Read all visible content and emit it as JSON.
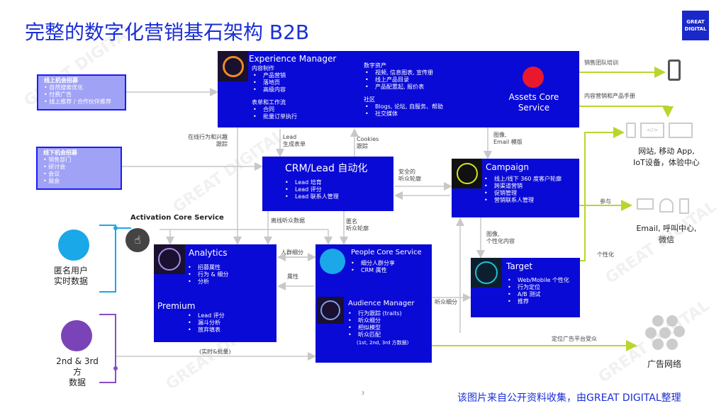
{
  "title": "完整的数字化营销基石架构 B2B",
  "logo": {
    "line1": "GREAT",
    "line2": "DIGITAL"
  },
  "watermark": "GREAT DIGITAL",
  "online": {
    "title": "线上机会招募",
    "items": [
      "• 自然搜索优化",
      "• 付费广告",
      "• 线上推荐 / 合作伙伴推荐"
    ]
  },
  "offline": {
    "title": "线下机会招募",
    "items": [
      "• 销售部门",
      "• 研讨会",
      "• 会议",
      "• 展会"
    ]
  },
  "experience": {
    "title": "Experience Manager",
    "sec1": "内容制作",
    "sec1_items": [
      "产品营销",
      "落地页",
      "高级内容"
    ],
    "sec2": "表单和工作流",
    "sec2_items": [
      "合同",
      "批量订单执行"
    ],
    "sec3": "数字资产",
    "sec3_items": [
      "视频, 信息图表, 宣传册",
      "线上产品目录",
      "产品配置起, 报价表"
    ],
    "sec4": "社区",
    "sec4_items": [
      "Blogs, 论坛, 自服务、帮助",
      "社交媒体"
    ],
    "assets": "Assets Core Service"
  },
  "crm": {
    "title": "CRM/Lead 自动化",
    "items": [
      "Lead 培育",
      "Lead 评分",
      "Lead 联系人管理"
    ]
  },
  "campaign": {
    "title": "Campaign",
    "items": [
      "线上/线下 360 度客户轮廓",
      "跨渠道营销",
      "促销管理",
      "营销联系人管理"
    ]
  },
  "analytics": {
    "title": "Analytics",
    "items": [
      "招募属性",
      "行为 & 细分",
      "分析"
    ],
    "premium": "Premium",
    "premium_items": [
      "Lead 评分",
      "漏斗分析",
      "放弃填表"
    ]
  },
  "people": {
    "title": "People Core Service",
    "items": [
      "细分人群分享",
      "CRM 属性"
    ]
  },
  "audience": {
    "title": "Audience Manager",
    "items": [
      "行为跟踪 (traits)",
      "听众细分",
      "相似模型",
      "听众匹配"
    ],
    "note": "(1st, 2nd, 3rd 方数据)"
  },
  "target": {
    "title": "Target",
    "items": [
      "Web/Mobile 个性化",
      "行为定位",
      "A/B 测试",
      "推荐"
    ]
  },
  "activation": "Activation Core Service",
  "anon": {
    "l1": "匿名用户",
    "l2": "实时数据"
  },
  "third": {
    "l1": "2nd & 3rd 方",
    "l2": "数据"
  },
  "labels": {
    "track": "在线行为和兴趣",
    "track2": "跟踪",
    "lead": "Lead",
    "lead2": "生成表单",
    "cookies": "Cookies",
    "cookies2": "跟踪",
    "image": "图像,",
    "email_tpl": "Email 模版",
    "secure": "安全的",
    "secure2": "听众轮廓",
    "offline_data": "离线听众数据",
    "anon": "匿名",
    "anon2": "听众轮廓",
    "image2": "图像,",
    "personal_content": "个性化内容",
    "segment": "人群细分",
    "attr": "属性",
    "aud_seg": "听众细分",
    "realtime": "(实时&批量)",
    "sales_train": "销售团队培训",
    "content_mkt": "内容营销和产品手册",
    "engage": "参与",
    "personalize": "个性化",
    "ad_target": "定位广告平台受众"
  },
  "channels": {
    "web": "网站, 移动 App,",
    "web2": "IoT设备，体验中心",
    "email": "Email, 呼叫中心,",
    "email2": "微信",
    "ads": "广告网络"
  },
  "page_number": "3",
  "footer": "该图片来自公开资料收集，由GREAT DIGITAL整理"
}
